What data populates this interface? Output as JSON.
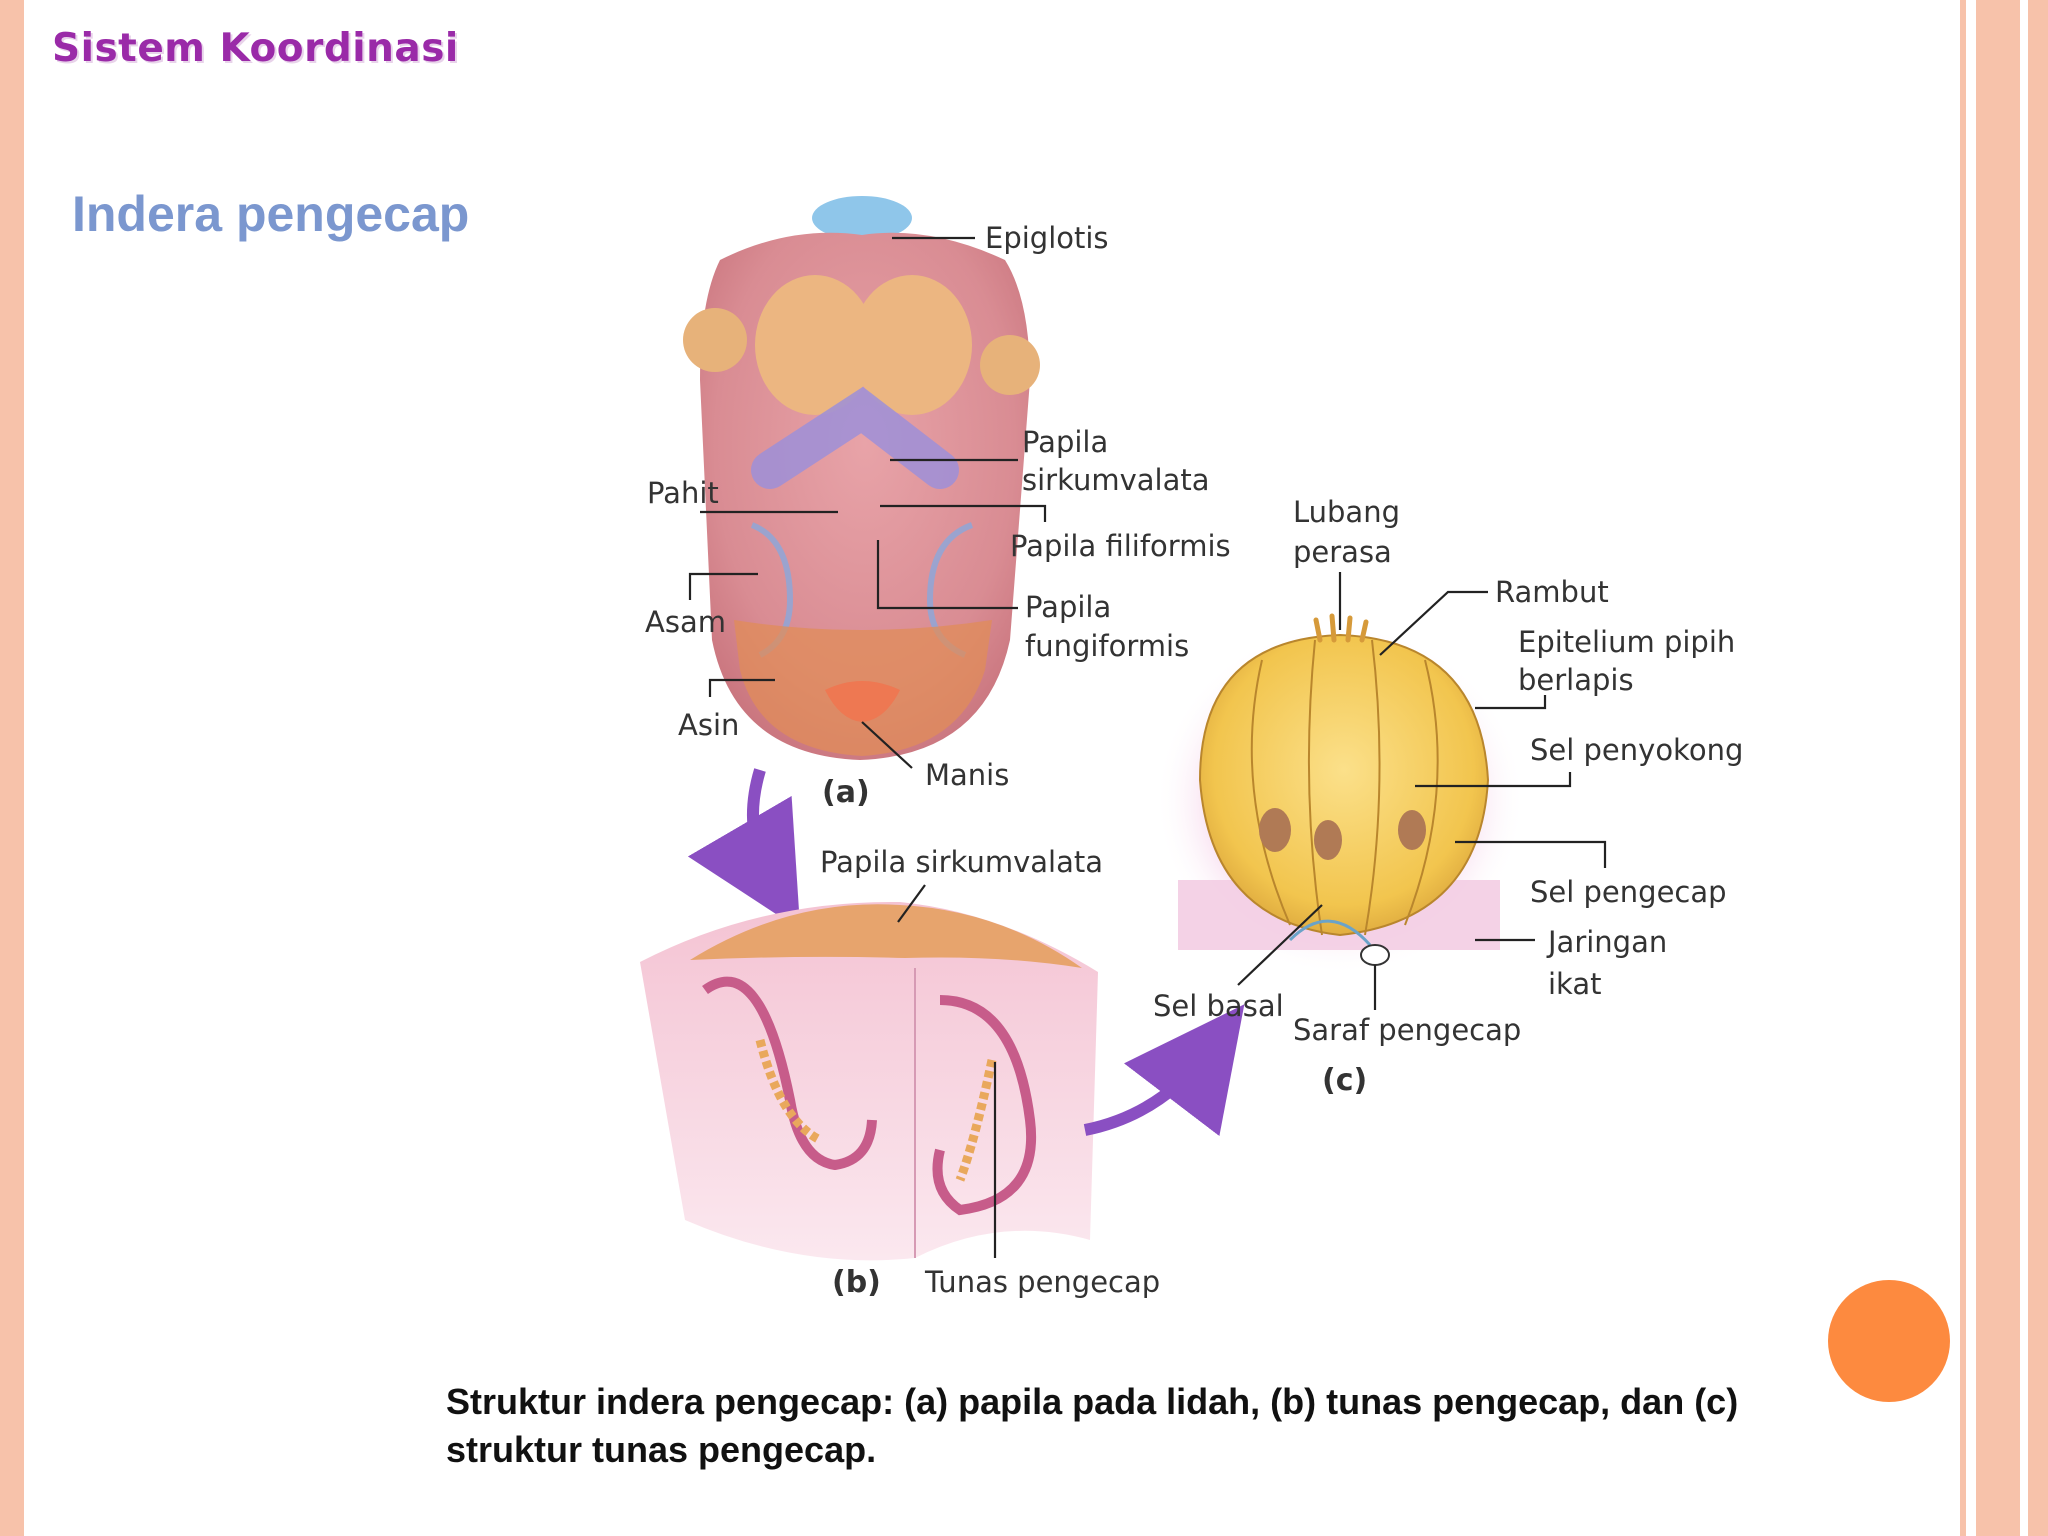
{
  "header": {
    "section_title": "Sistem Koordinasi"
  },
  "slide": {
    "title": "Indera pengecap",
    "caption": "Struktur indera pengecap: (a) papila pada lidah, (b) tunas pengecap, dan (c)  struktur tunas pengecap."
  },
  "figure": {
    "panel_a": {
      "part_label": "(a)",
      "labels": {
        "epiglotis": "Epiglotis",
        "papila_sirkumvalata_1": "Papila",
        "papila_sirkumvalata_2": "sirkumvalata",
        "papila_filiformis": "Papila  filiformis",
        "papila_fungiformis_1": "Papila",
        "papila_fungiformis_2": "fungiformis",
        "pahit": "Pahit",
        "asam": "Asam",
        "asin": "Asin",
        "manis": "Manis"
      }
    },
    "panel_b": {
      "part_label": "(b)",
      "labels": {
        "papila_sirkumvalata": "Papila  sirkumvalata",
        "tunas_pengecap": "Tunas  pengecap"
      }
    },
    "panel_c": {
      "part_label": "(c)",
      "labels": {
        "lubang_perasa_1": "Lubang",
        "lubang_perasa_2": "perasa",
        "rambut": "Rambut",
        "epitelium_1": "Epitelium  pipih",
        "epitelium_2": "berlapis",
        "sel_penyokong": "Sel  penyokong",
        "sel_pengecap": "Sel  pengecap",
        "jaringan_ikat_1": "Jaringan",
        "jaringan_ikat_2": "ikat",
        "sel_basal": "Sel  basal",
        "saraf_pengecap": "Saraf  pengecap"
      }
    }
  },
  "colors": {
    "section_title": "#9a2aa8",
    "slide_title": "#7b97cf",
    "border": "#f7c2aa",
    "accent_circle": "#fd8a3f"
  }
}
